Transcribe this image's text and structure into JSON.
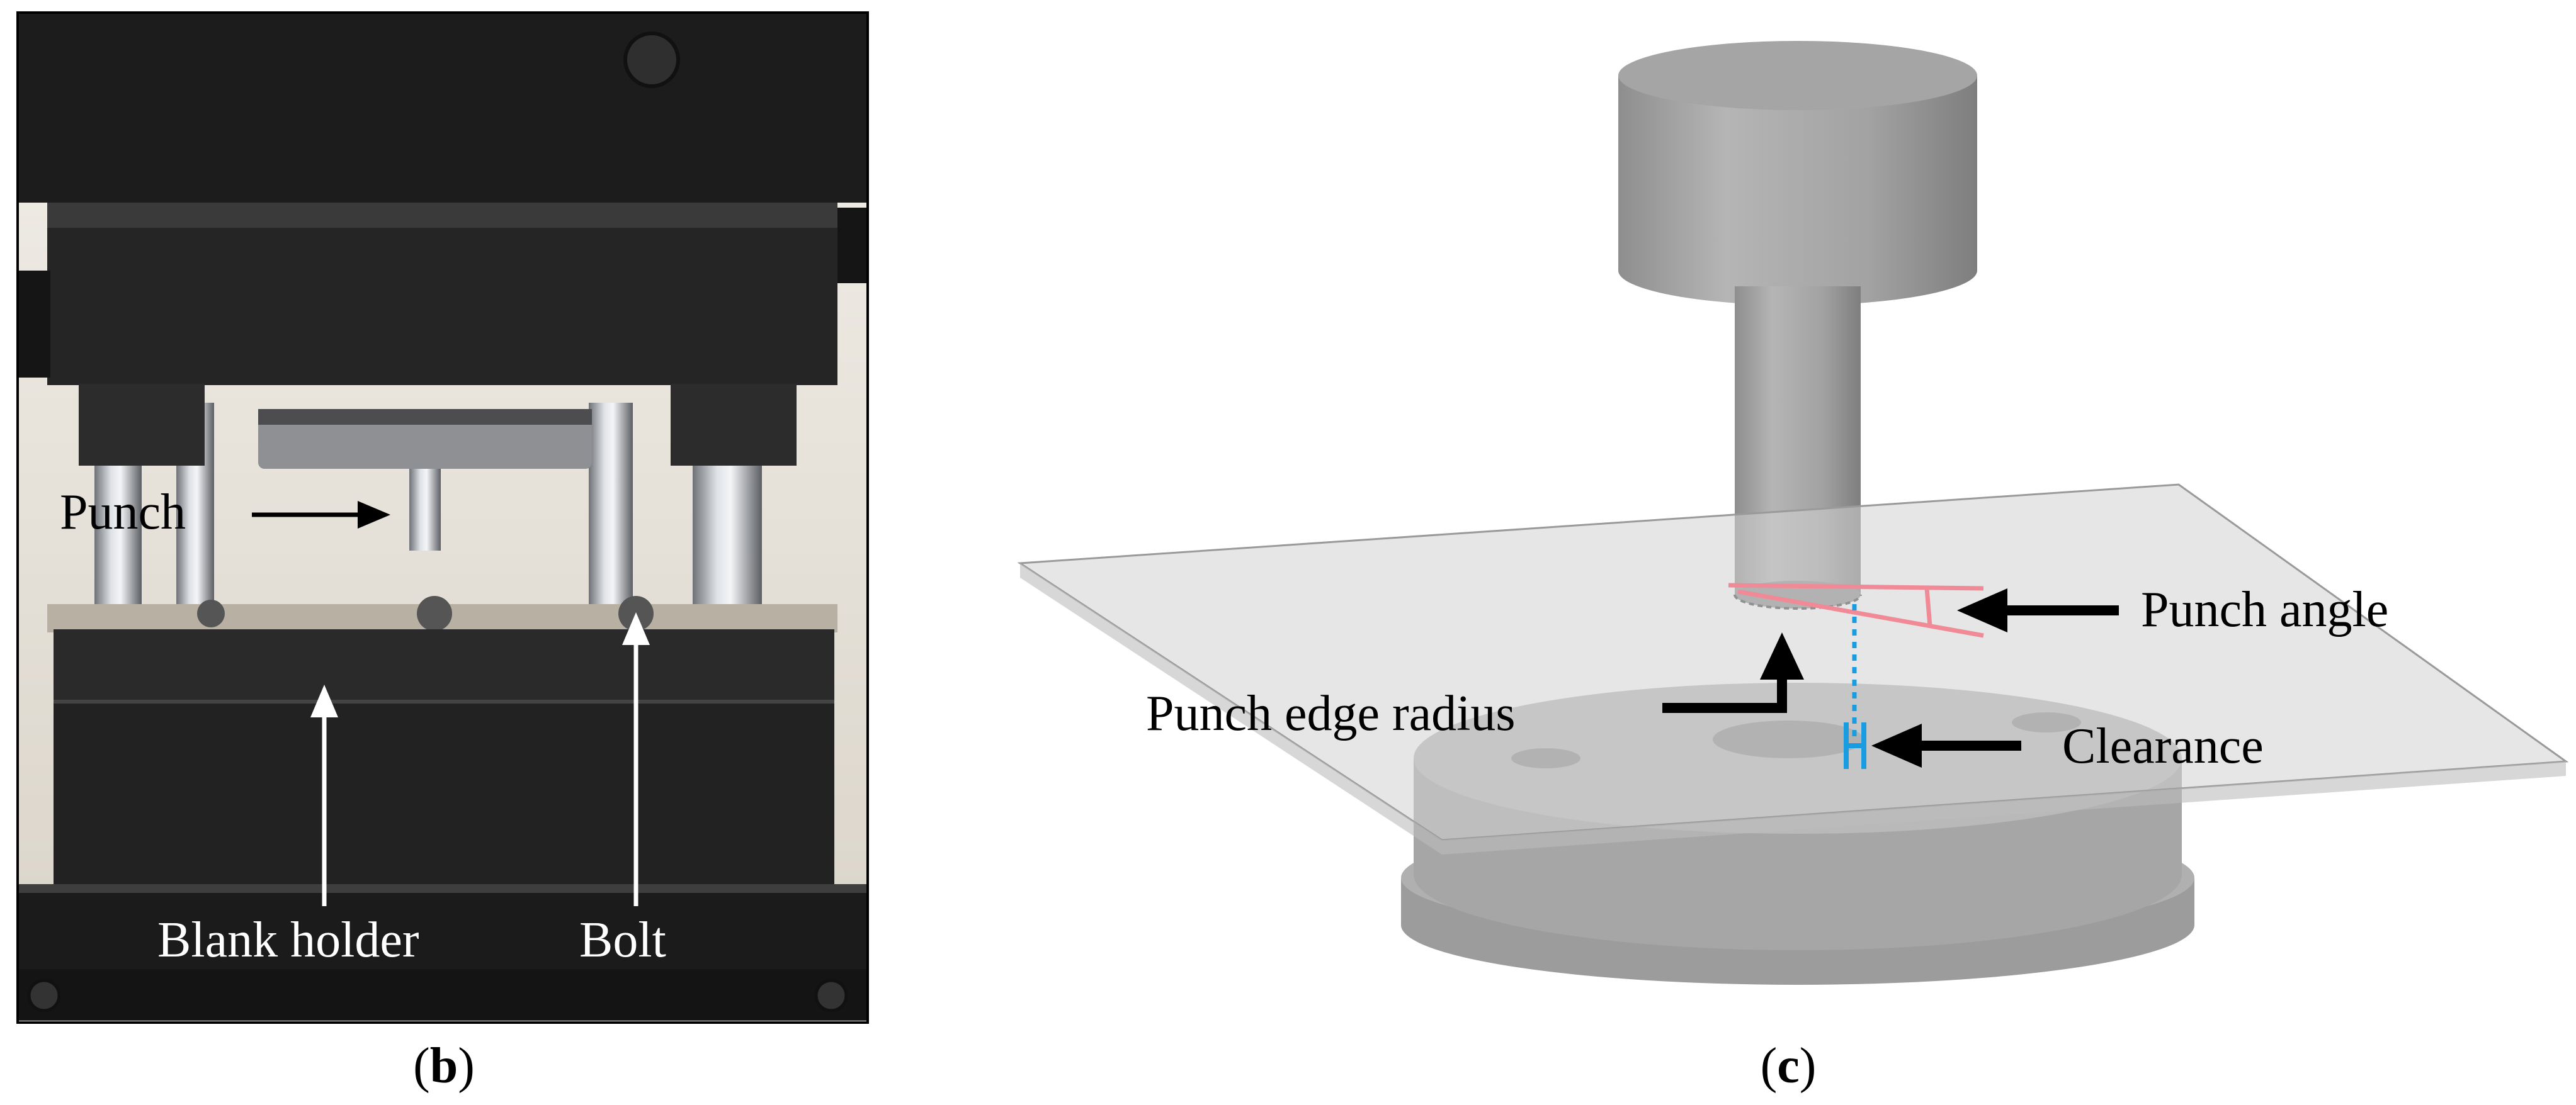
{
  "panel_b": {
    "caption_open": "(",
    "caption_letter": "b",
    "caption_close": ")",
    "labels": {
      "punch": "Punch",
      "blank_holder": "Blank holder",
      "bolt": "Bolt"
    }
  },
  "panel_c": {
    "caption_open": "(",
    "caption_letter": "c",
    "caption_close": ")",
    "labels": {
      "punch_angle": "Punch angle",
      "punch_edge_radius": "Punch edge radius",
      "clearance": "Clearance"
    }
  },
  "colors": {
    "photo_dark": "#1a1a1a",
    "cad_gray": "#a9a9a9",
    "sheet": "#d6d6d6",
    "angle_mark": "#f08a96",
    "clearance_mark": "#1a9de0",
    "arrow": "#000000"
  }
}
